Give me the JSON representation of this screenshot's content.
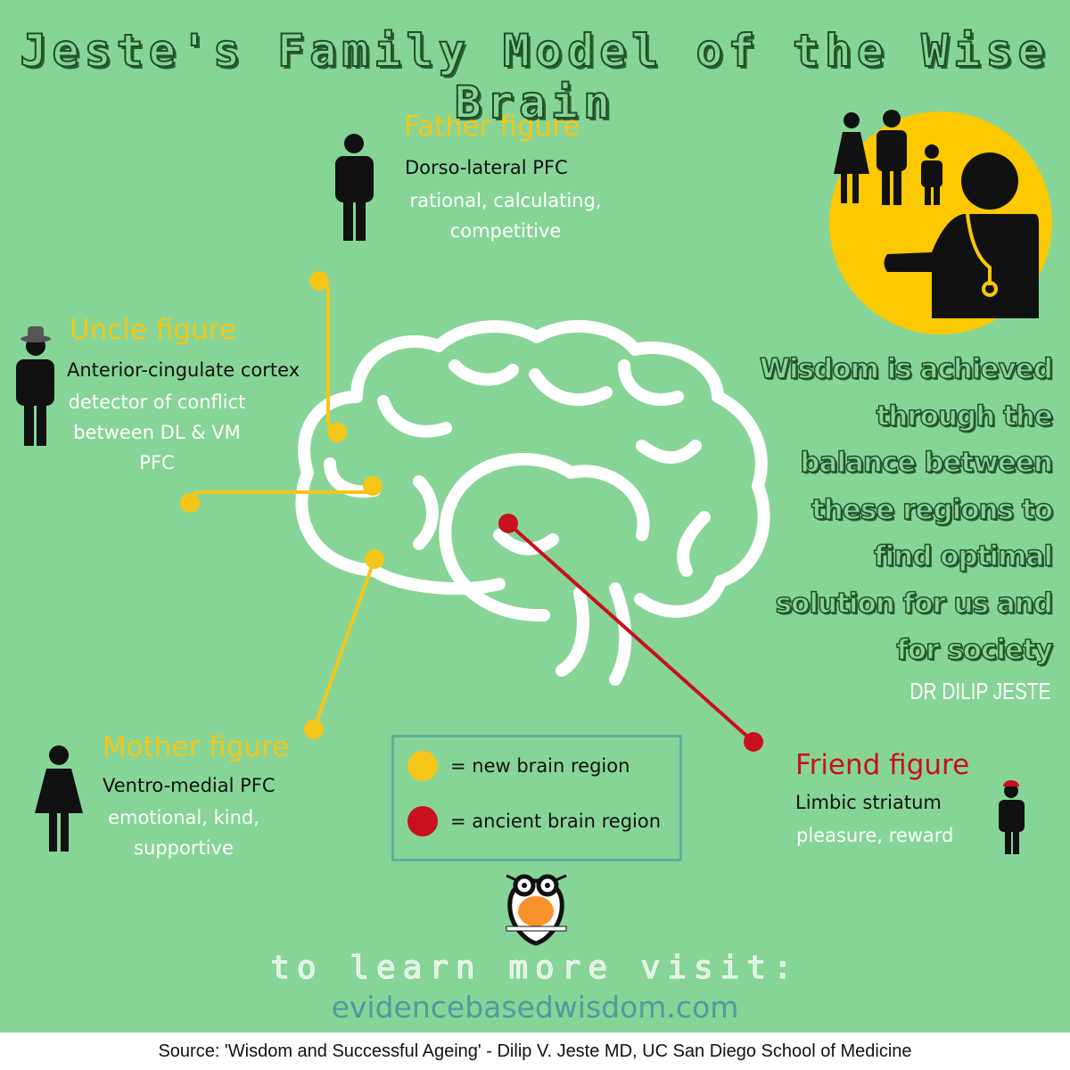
{
  "title": "Jeste's Family Model of the Wise Brain",
  "father": {
    "title": "Father figure",
    "region": "Dorso-lateral PFC",
    "desc": [
      "rational, calculating,",
      "competitive"
    ]
  },
  "uncle": {
    "title": "Uncle figure",
    "region": "Anterior-cingulate cortex",
    "desc": [
      "detector of conflict",
      "between DL & VM",
      "PFC"
    ]
  },
  "mother": {
    "title": "Mother figure",
    "region": "Ventro-medial PFC",
    "desc": [
      "emotional, kind,",
      "supportive"
    ]
  },
  "friend": {
    "title": "Friend figure",
    "region": "Limbic striatum",
    "desc": [
      "pleasure, reward"
    ]
  },
  "legend": [
    {
      "label": "= new brain region",
      "color": "#f5c518"
    },
    {
      "label": "= ancient brain region",
      "color": "#c8101e"
    }
  ],
  "quote": {
    "lines": [
      "Wisdom is achieved",
      "through the",
      "balance between",
      "these regions to",
      "find optimal",
      "solution for us and",
      "for society"
    ],
    "author": "DR DILIP JESTE"
  },
  "cta": {
    "text": "to learn more visit:",
    "url": "evidencebasedwisdom.com"
  },
  "footer": "Source: 'Wisdom and Successful Ageing' - Dilip V. Jeste MD, UC San Diego School of Medicine",
  "colors": {
    "background": "#86d596",
    "new": "#f5c518",
    "ancient": "#c8101e"
  }
}
